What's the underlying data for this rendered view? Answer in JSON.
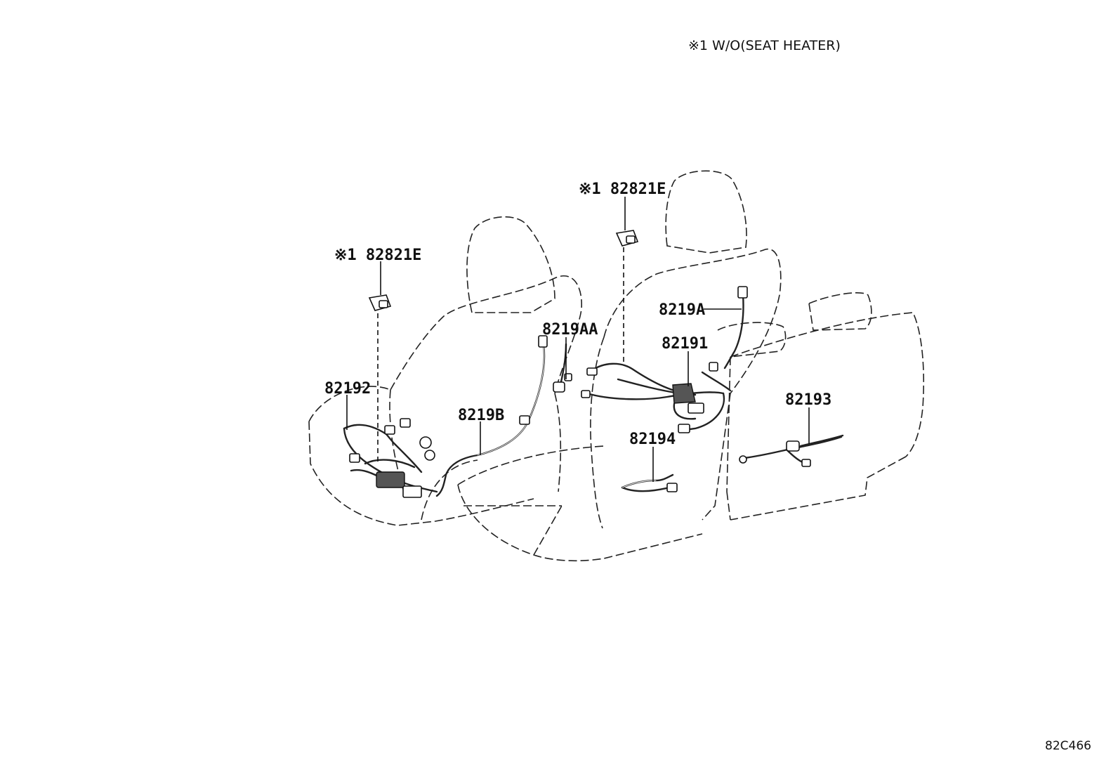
{
  "note": "※1 W/O(SEAT HEATER)",
  "diagram_code": "82C466",
  "labels": {
    "clip_left": "※1 82821E",
    "clip_center": "※1 82821E",
    "harness_82192": "82192",
    "harness_8219AA": "8219AA",
    "harness_8219B": "8219B",
    "harness_8219A": "8219A",
    "harness_82191": "82191",
    "harness_82194": "82194",
    "harness_82193": "82193"
  }
}
